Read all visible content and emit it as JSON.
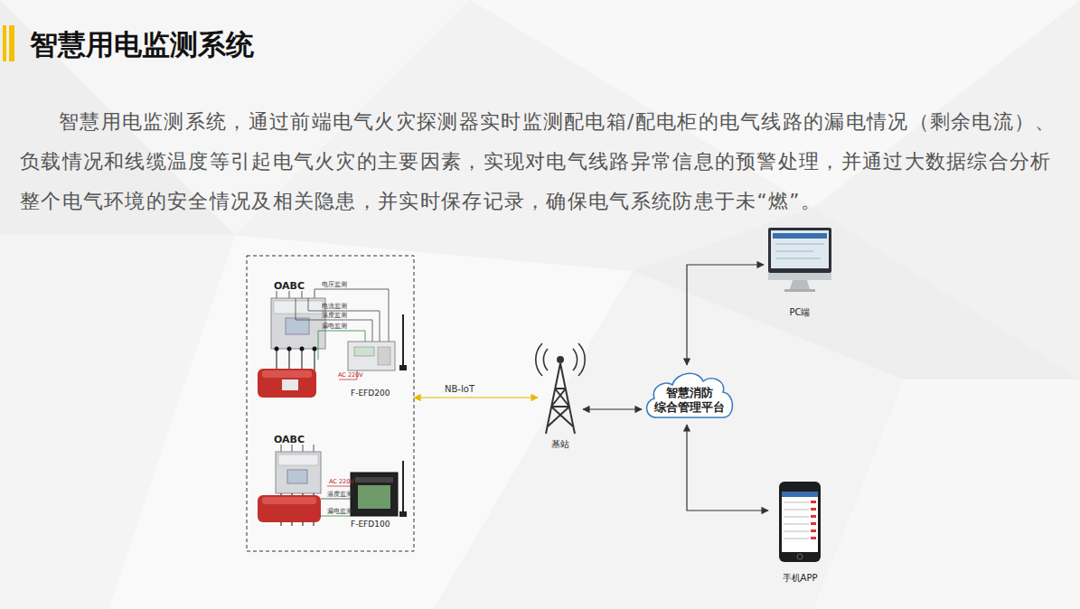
{
  "diagram": {
    "title": "智慧用电监测系统",
    "nodes": [
      {
        "text": [
          "F-EFD200"
        ]
      },
      {
        "text": [
          "F-EFD100"
        ]
      },
      {
        "text": [
          "基站"
        ]
      },
      {
        "text": [
          "智慧消防 综合管理平台"
        ]
      },
      {
        "text": [
          "PC端"
        ]
      },
      {
        "text": [
          "手机APP"
        ]
      }
    ],
    "edges": [
      {
        "from": 0,
        "to": 2,
        "label": "NB-IoT",
        "arrow": "both"
      },
      {
        "from": 2,
        "to": 3,
        "arrow": "both"
      },
      {
        "from": 3,
        "to": 4,
        "arrow": "both"
      },
      {
        "from": 3,
        "to": 5,
        "arrow": "both"
      }
    ],
    "labels": [
      "智慧用电监测系统，通过前端电气火灾探测器实时监测配电箱/配电柜的电气线路的漏电情况（剩余电流）、负载情况和线缆温度等引起电气火灾的主要因素，实现对电气线路异常信息的预警处理，并通过大数据综合分析整个电气环境的安全情况及相关隐患，并实时保存记录，确保电气系统防患于未“燃”。",
      "OABC",
      "电压监测",
      "电流监测",
      "温度监测",
      "漏电监测",
      "AC 220V",
      "OABC",
      "AC 220V",
      "温度监测",
      "漏电监测"
    ]
  }
}
